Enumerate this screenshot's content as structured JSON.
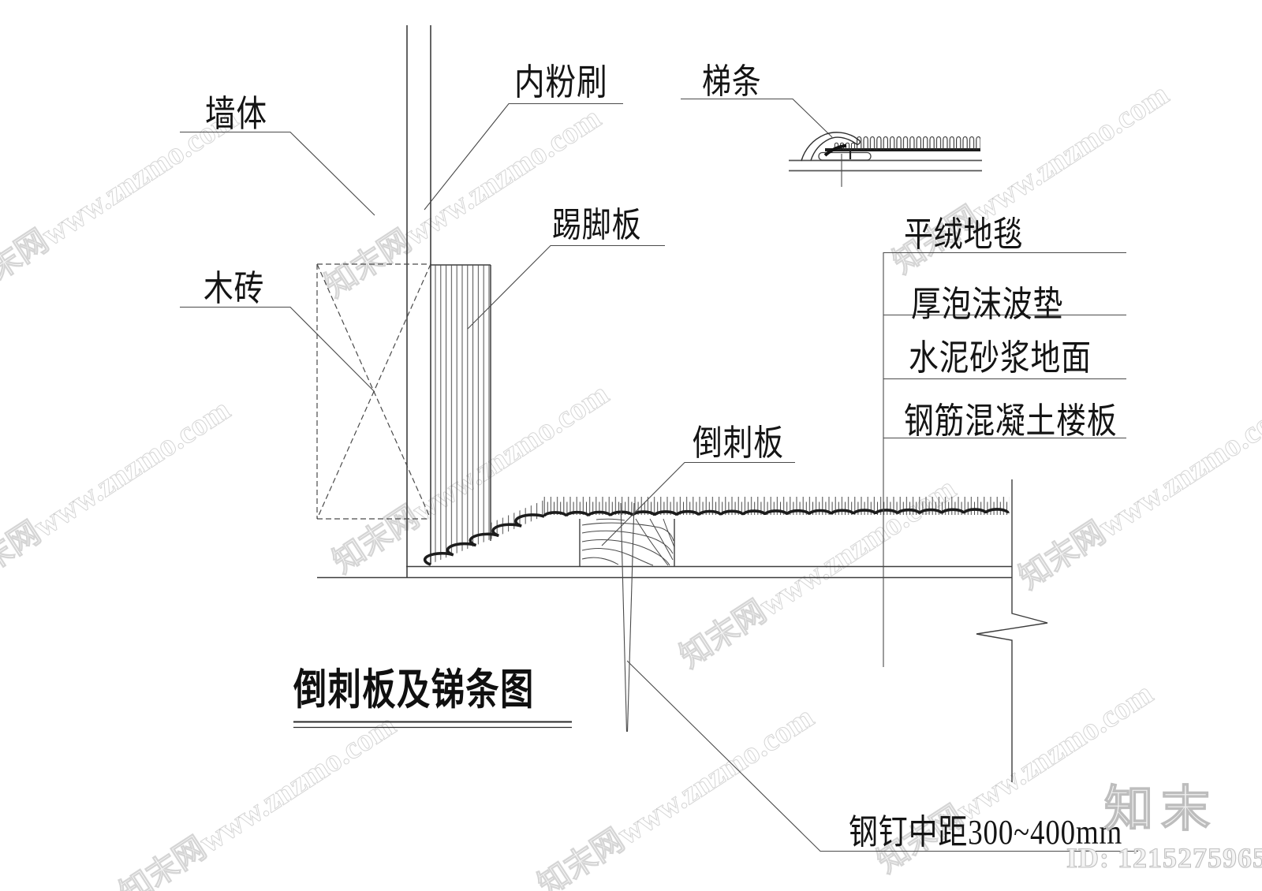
{
  "drawing": {
    "title": "倒刺板及锑条图",
    "callouts": {
      "wall": "墙体",
      "plaster": "内粉刷",
      "edge_strip": "梯条",
      "skirting": "踢脚板",
      "wood_brick": "木砖",
      "tackless_strip": "倒刺板",
      "nail_spacing": "钢钉中距300~400mm"
    },
    "floor_layers": [
      "平绒地毯",
      "厚泡沫波垫",
      "水泥砂浆地面",
      "钢筋混凝土楼板"
    ]
  },
  "watermark": {
    "tile": "知末网www.znzmo.com",
    "logo": "知末",
    "id_label": "ID: 1215275965"
  },
  "colors": {
    "line": "#3d3d3d",
    "thick_line": "#1c1c1c",
    "text": "#141414",
    "watermark": "#c2c2c2",
    "background": "#ffffff"
  }
}
